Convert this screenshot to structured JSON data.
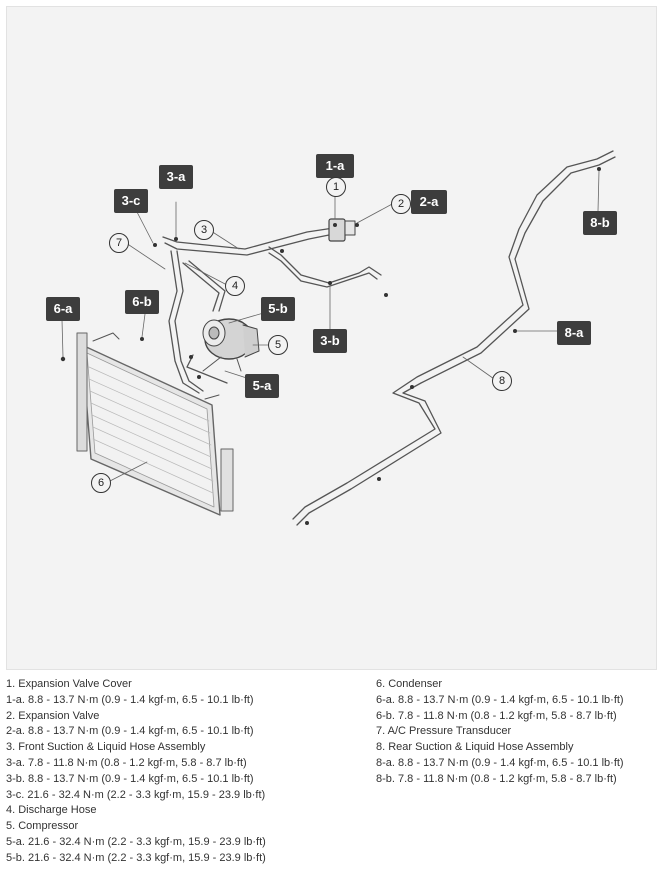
{
  "callouts": {
    "tags": {
      "t1a": "1-a",
      "t2a": "2-a",
      "t3a": "3-a",
      "t3b": "3-b",
      "t3c": "3-c",
      "t5a": "5-a",
      "t5b": "5-b",
      "t6a": "6-a",
      "t6b": "6-b",
      "t8a": "8-a",
      "t8b": "8-b"
    },
    "numbers": {
      "n1": "1",
      "n2": "2",
      "n3": "3",
      "n4": "4",
      "n5": "5",
      "n6": "6",
      "n7": "7",
      "n8": "8"
    }
  },
  "legend": {
    "left": [
      "1. Expansion Valve Cover",
      "1-a. 8.8 - 13.7 N·m (0.9 - 1.4 kgf·m, 6.5 - 10.1 lb·ft)",
      "2. Expansion Valve",
      "2-a. 8.8 - 13.7 N·m (0.9 - 1.4 kgf·m, 6.5 - 10.1 lb·ft)",
      "3. Front Suction & Liquid Hose Assembly",
      "3-a. 7.8 - 11.8 N·m (0.8 - 1.2 kgf·m, 5.8 - 8.7 lb·ft)",
      "3-b. 8.8 - 13.7 N·m (0.9 - 1.4 kgf·m, 6.5 - 10.1 lb·ft)",
      "3-c. 21.6 - 32.4 N·m (2.2 - 3.3 kgf·m, 15.9 - 23.9 lb·ft)",
      "4. Discharge Hose",
      "5. Compressor",
      "5-a. 21.6 - 32.4 N·m (2.2 - 3.3 kgf·m, 15.9 - 23.9 lb·ft)",
      "5-b. 21.6 - 32.4 N·m (2.2 - 3.3 kgf·m, 15.9 - 23.9 lb·ft)"
    ],
    "right": [
      "6. Condenser",
      "6-a. 8.8 - 13.7 N·m (0.9 - 1.4 kgf·m, 6.5 - 10.1 lb·ft)",
      "6-b. 7.8 - 11.8 N·m (0.8 - 1.2 kgf·m, 5.8 - 8.7 lb·ft)",
      "7. A/C Pressure Transducer",
      "8. Rear Suction & Liquid Hose Assembly",
      "8-a. 8.8 - 13.7 N·m (0.9 - 1.4 kgf·m, 6.5 - 10.1 lb·ft)",
      "8-b. 7.8 - 11.8 N·m (0.8 - 1.2 kgf·m, 5.8 - 8.7 lb·ft)"
    ]
  }
}
